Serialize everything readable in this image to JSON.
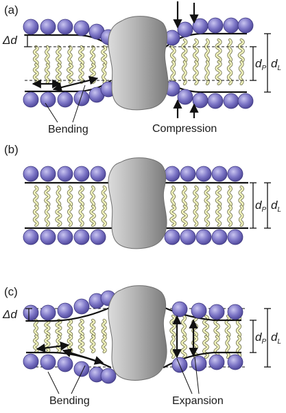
{
  "panels": [
    {
      "label": "(a)",
      "delta_label": "Δd",
      "callouts": [
        "Bending",
        "Compression"
      ],
      "dim_p": {
        "main": "d",
        "sub": "P"
      },
      "dim_l": {
        "main": "d",
        "sub": "L"
      }
    },
    {
      "label": "(b)",
      "dim_p": {
        "main": "d",
        "sub": "P"
      },
      "dim_l": {
        "main": "d",
        "sub": "L"
      }
    },
    {
      "label": "(c)",
      "delta_label": "Δd",
      "callouts": [
        "Bending",
        "Expansion"
      ],
      "dim_p": {
        "main": "d",
        "sub": "P"
      },
      "dim_l": {
        "main": "d",
        "sub": "L"
      }
    }
  ],
  "colors": {
    "headgroup": "#7c75c6",
    "tail": "#f1f3bd",
    "tail_outline": "#6b6b4a",
    "protein": "#a9a9a9",
    "line": "#111111"
  }
}
